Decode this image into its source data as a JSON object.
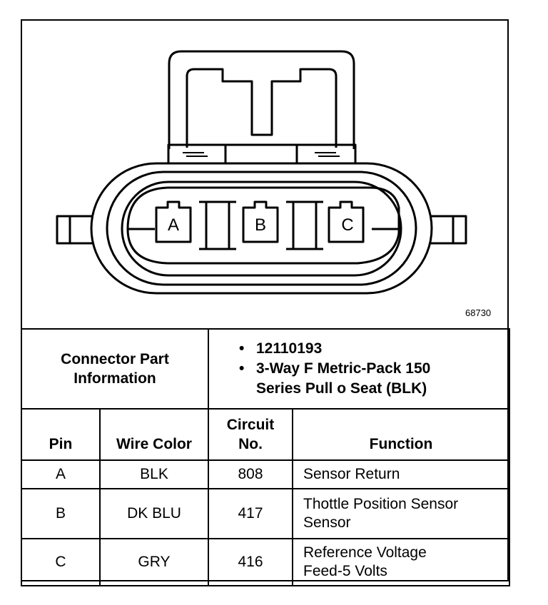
{
  "figure_id": "68730",
  "connector": {
    "pin_letters": [
      "A",
      "B",
      "C"
    ]
  },
  "connector_info": {
    "label_line1": "Connector Part",
    "label_line2": "Information",
    "items": [
      "12110193",
      "3-Way F Metric-Pack 150",
      "Series Pull o Seat (BLK)"
    ]
  },
  "pin_table": {
    "headers": {
      "pin": "Pin",
      "wire_color": "Wire Color",
      "circuit_line1": "Circuit",
      "circuit_line2": "No.",
      "function": "Function"
    },
    "rows": [
      {
        "pin": "A",
        "wire_color": "BLK",
        "circuit": "808",
        "function_line1": "Sensor Return",
        "function_line2": ""
      },
      {
        "pin": "B",
        "wire_color": "DK BLU",
        "circuit": "417",
        "function_line1": "Thottle Position Sensor",
        "function_line2": "Sensor"
      },
      {
        "pin": "C",
        "wire_color": "GRY",
        "circuit": "416",
        "function_line1": "Reference Voltage",
        "function_line2": "Feed-5 Volts"
      }
    ]
  }
}
